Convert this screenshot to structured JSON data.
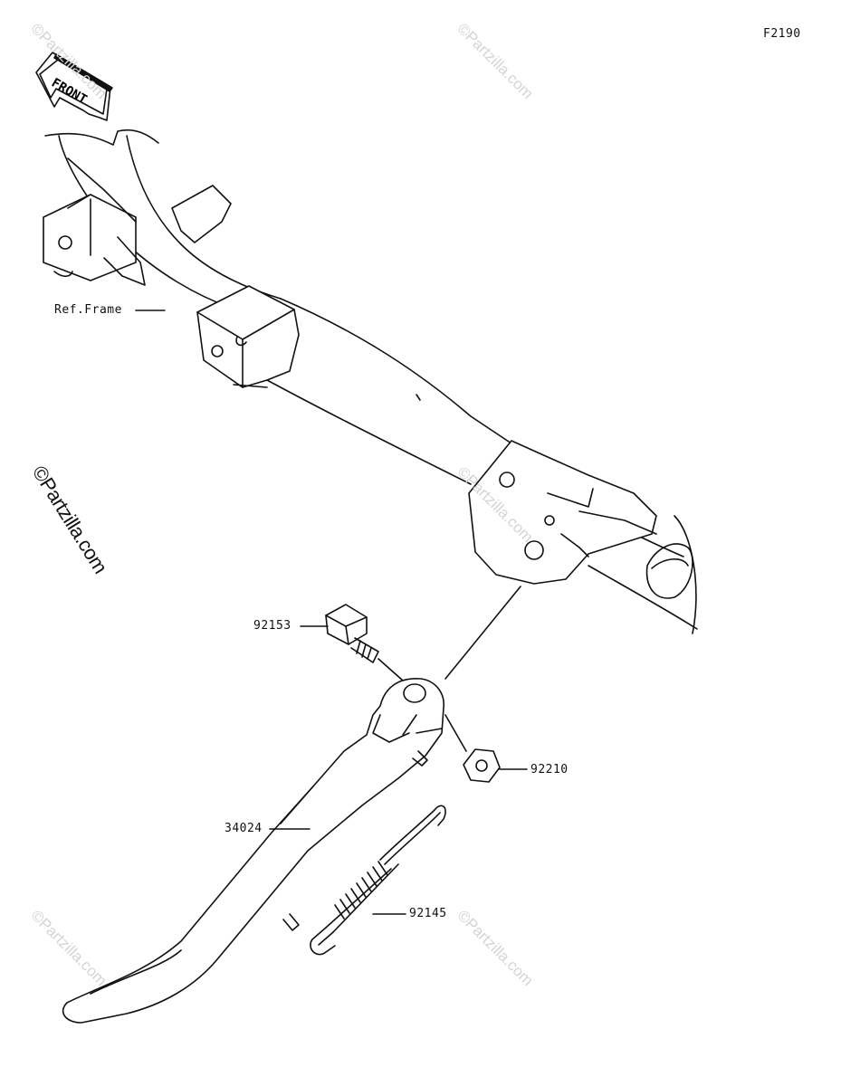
{
  "figure_code": "F2190",
  "front_label": "FRONT",
  "watermarks": {
    "main": "©Partzilla.com",
    "faint": "©Partzilla.com"
  },
  "callouts": {
    "ref_frame": "Ref.Frame",
    "bolt": "92153",
    "nut": "92210",
    "stand": "34024",
    "spring": "92145"
  },
  "colors": {
    "line": "#111111",
    "watermark_faint": "#d4d4d4"
  }
}
